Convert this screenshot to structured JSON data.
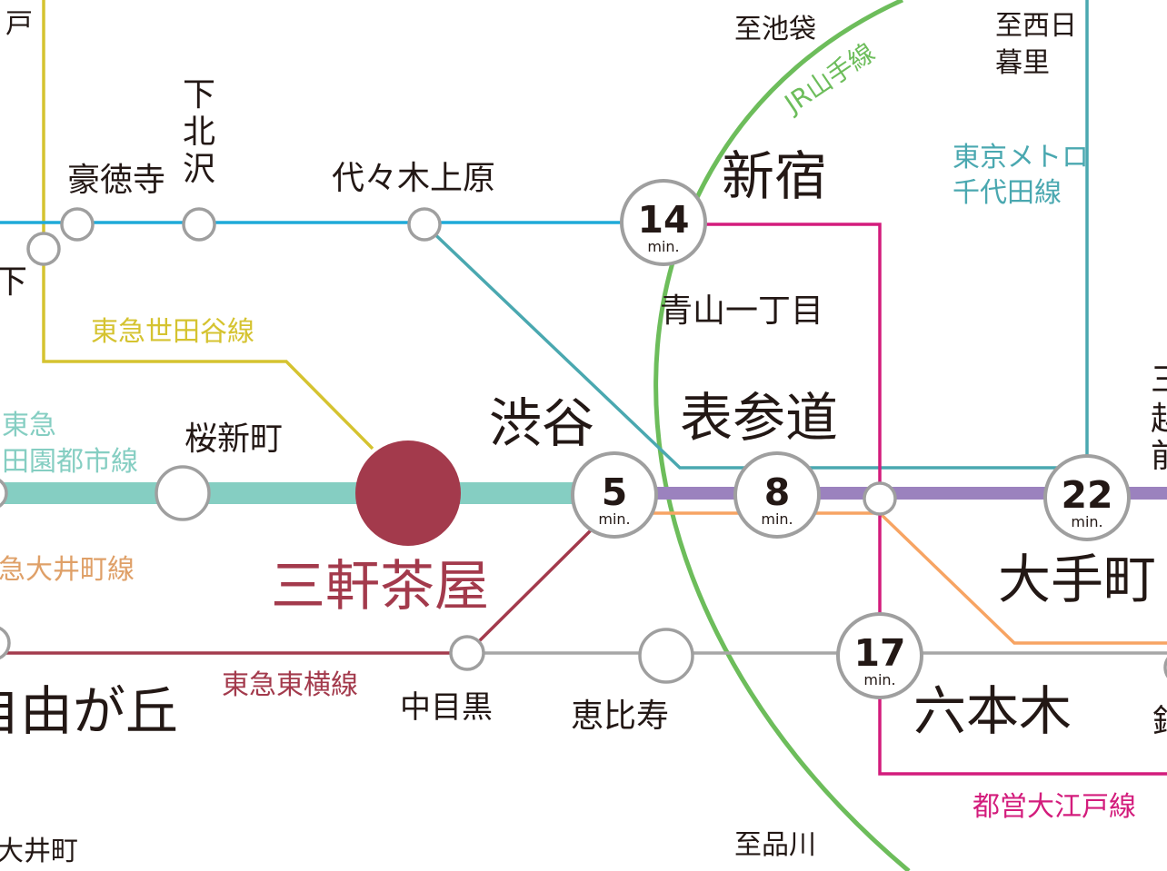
{
  "colors": {
    "background": "#ffffff",
    "setagaya_line": "#d5c330",
    "den_en_toshi_line": "#85cec2",
    "oimachi_line": "#dfa068",
    "toyoko_line": "#a33a4c",
    "inokashira_line": "#1faad8",
    "chiyoda_line": "#4aa8b0",
    "yamanote_line": "#6dbd5b",
    "hanzomon_line": "#9b82be",
    "ginza_line": "#f7a463",
    "oedo_line": "#d31c7c",
    "hibiya_line": "#a6a6a6",
    "station_outline": "#9f9f9f",
    "home_station": "#a33a4c",
    "text_dark": "#231815"
  },
  "home_station": {
    "name": "三軒茶屋"
  },
  "line_labels": {
    "setagaya": "東急世田谷線",
    "den_en_toshi_1": "東急",
    "den_en_toshi_2": "田園都市線",
    "oimachi": "急大井町線",
    "toyoko": "東急東横線",
    "yamanote": "JR山手線",
    "chiyoda_1": "東京メトロ",
    "chiyoda_2": "千代田線",
    "oedo": "都営大江戸線"
  },
  "destinations": {
    "ikebukuro": "至池袋",
    "nishi_nippori_1": "至西日",
    "nishi_nippori_2": "暮里",
    "shinagawa": "至品川"
  },
  "stations": {
    "gotokuji": "豪徳寺",
    "shimokitazawa": [
      "下",
      "北",
      "沢"
    ],
    "yoyogi_uehara": "代々木上原",
    "sakurashinmachi": "桜新町",
    "shibuya": "渋谷",
    "omotesando": "表参道",
    "aoyama_itchome": "青山一丁目",
    "shinjuku": "新宿",
    "otemachi": "大手町",
    "roppongi": "六本木",
    "naka_meguro": "中目黒",
    "ebisu": "恵比寿",
    "jiyugaoka": "自由が丘",
    "oimachi": "大井町"
  },
  "edge_fragments": {
    "top_left": "戸",
    "left_shimo": "下",
    "right_column": [
      "三",
      "越",
      "前"
    ],
    "right_bottom": "銀"
  },
  "travel_times": {
    "shinjuku": {
      "value": "14",
      "unit": "min."
    },
    "shibuya": {
      "value": "5",
      "unit": "min."
    },
    "omotesando": {
      "value": "8",
      "unit": "min."
    },
    "otemachi": {
      "value": "22",
      "unit": "min."
    },
    "roppongi": {
      "value": "17",
      "unit": "min."
    }
  }
}
